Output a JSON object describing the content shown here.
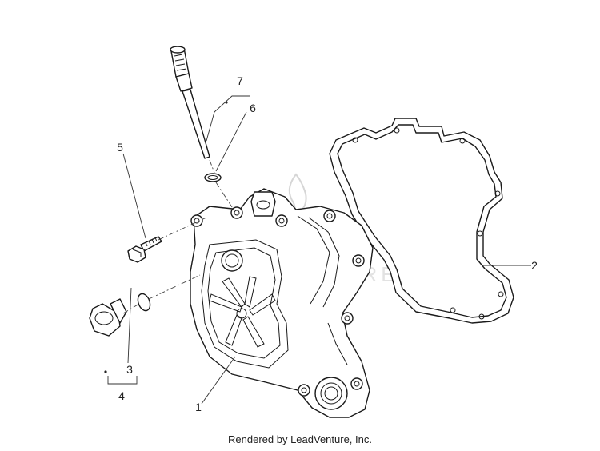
{
  "callouts": [
    {
      "id": "1",
      "text": "1"
    },
    {
      "id": "2",
      "text": "2"
    },
    {
      "id": "3",
      "text": "3"
    },
    {
      "id": "4",
      "text": "4"
    },
    {
      "id": "5",
      "text": "5"
    },
    {
      "id": "6",
      "text": "6"
    },
    {
      "id": "7",
      "text": "7"
    }
  ],
  "watermark": "LEADVENTURE",
  "footer": {
    "credit": "Rendered by LeadVenture, Inc."
  }
}
